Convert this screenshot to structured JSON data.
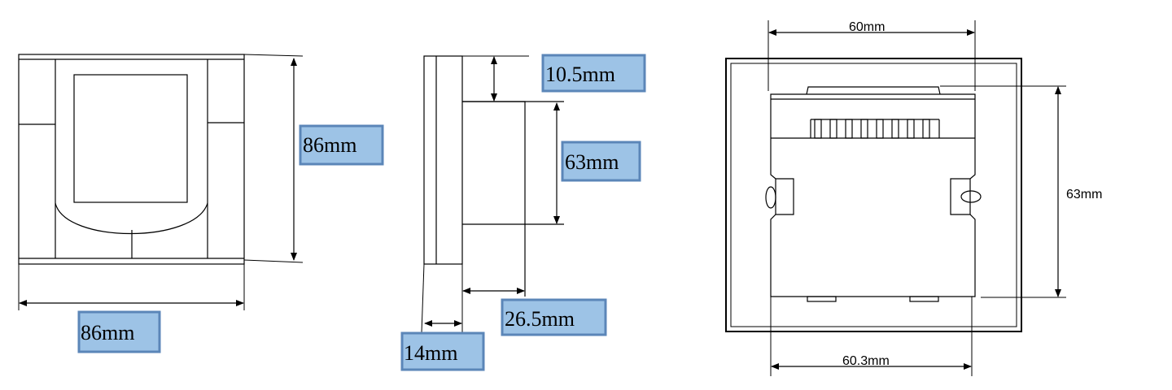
{
  "front_view": {
    "width_label": "86mm",
    "height_label": "86mm"
  },
  "side_view": {
    "top_offset_label": "10.5mm",
    "body_height_label": "63mm",
    "thickness_label": "14mm",
    "depth_label": "26.5mm"
  },
  "back_view": {
    "top_width_label": "60mm",
    "bottom_width_label": "60.3mm",
    "height_label": "63mm"
  }
}
